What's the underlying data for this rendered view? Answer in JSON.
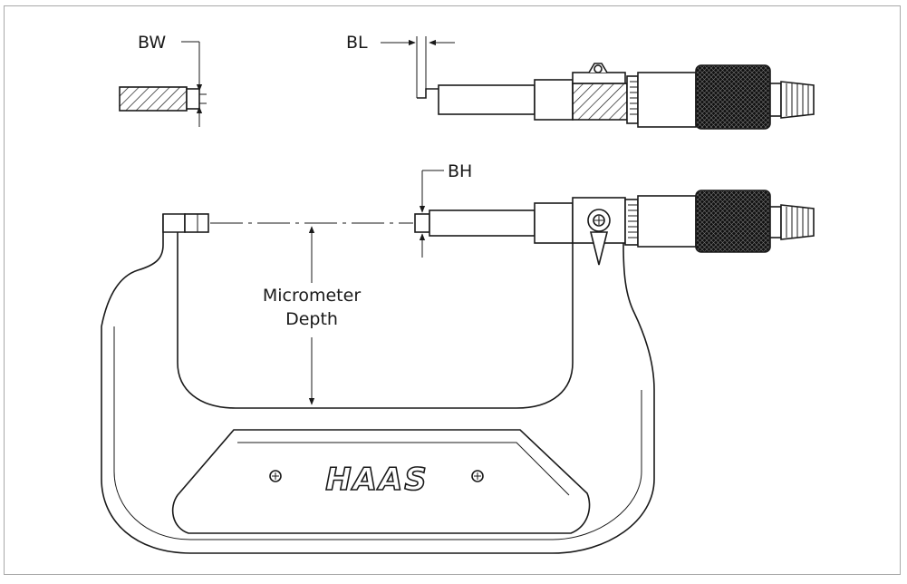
{
  "labels": {
    "bw": "BW",
    "bl": "BL",
    "bh": "BH",
    "depth_line1": "Micrometer",
    "depth_line2": "Depth"
  },
  "logo": {
    "text": "HAAS"
  },
  "icons": {
    "knob": "knurled-thimble-icon",
    "screw": "phillips-screw-icon",
    "lock": "lock-lever-icon"
  },
  "colors": {
    "line": "#1a1a1a",
    "border": "#a9a9a9",
    "background": "#ffffff"
  }
}
